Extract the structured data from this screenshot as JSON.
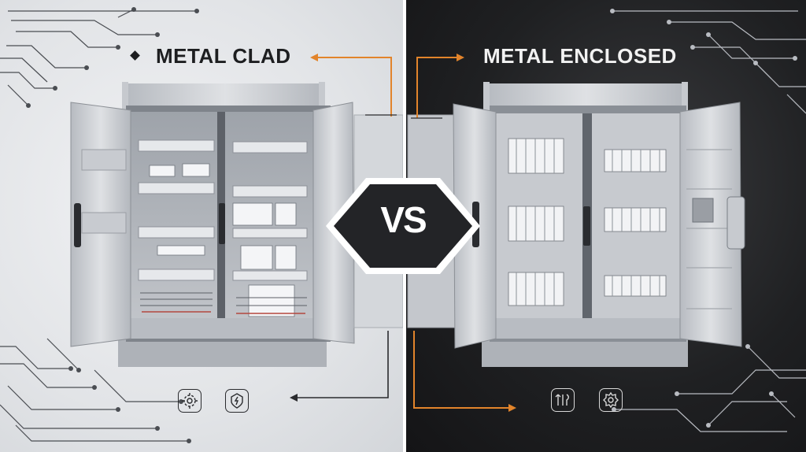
{
  "left": {
    "title": "METAL CLAD",
    "bullet_icon": "diamond-bullet-icon",
    "badge_icons": [
      "gear-cog-icon",
      "shield-bolt-icon"
    ]
  },
  "right": {
    "title": "METAL ENCLOSED",
    "badge_icons": [
      "tools-icon",
      "gear-icon"
    ]
  },
  "center": {
    "vs_label": "VS"
  },
  "colors": {
    "accent_orange": "#e2842b",
    "left_background": "#e3e5e8",
    "right_background": "#1e1f21",
    "cabinet_gray": "#c9ccd1",
    "badge_dark": "#232427"
  }
}
